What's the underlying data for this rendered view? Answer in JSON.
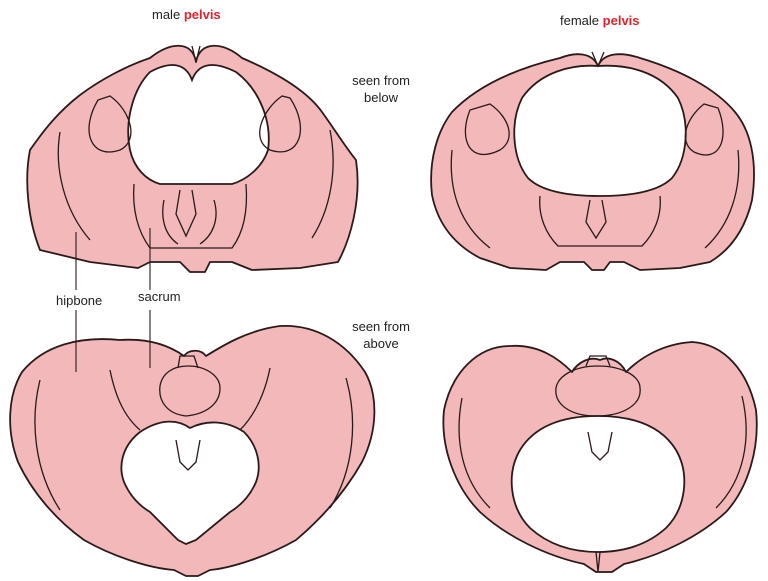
{
  "titles": {
    "male": {
      "prefix": "male",
      "accent": "pelvis"
    },
    "female": {
      "prefix": "female",
      "accent": "pelvis"
    }
  },
  "views": {
    "below": {
      "line1": "seen from",
      "line2": "below"
    },
    "above": {
      "line1": "seen from",
      "line2": "above"
    }
  },
  "labels": {
    "hipbone": "hipbone",
    "sacrum": "sacrum"
  },
  "colors": {
    "bone_fill": "#f2b8ba",
    "bone_outline": "#2a1a1a",
    "accent": "#e0232b"
  }
}
